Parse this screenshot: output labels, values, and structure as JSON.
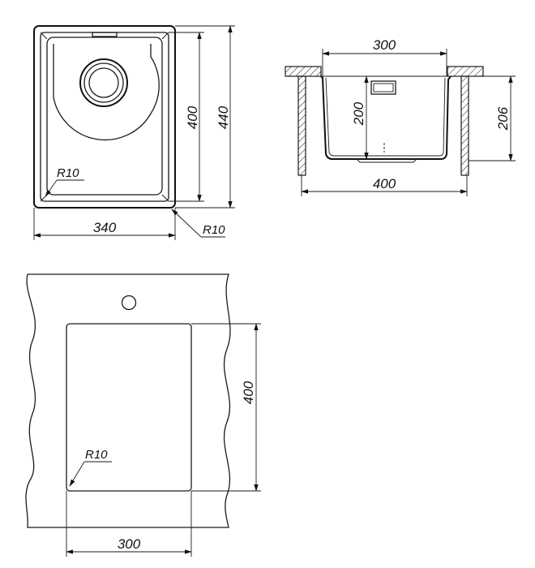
{
  "colors": {
    "line": "#1a1a1a",
    "background": "#ffffff"
  },
  "top_view": {
    "width": "340",
    "inner_height": "400",
    "outer_height": "440",
    "inner_radius": "R10",
    "outer_radius": "R10"
  },
  "section_view": {
    "top_width": "300",
    "depth": "200",
    "cabinet_depth": "206",
    "bottom_width": "400"
  },
  "cutout_view": {
    "height": "400",
    "width": "300",
    "radius": "R10"
  }
}
